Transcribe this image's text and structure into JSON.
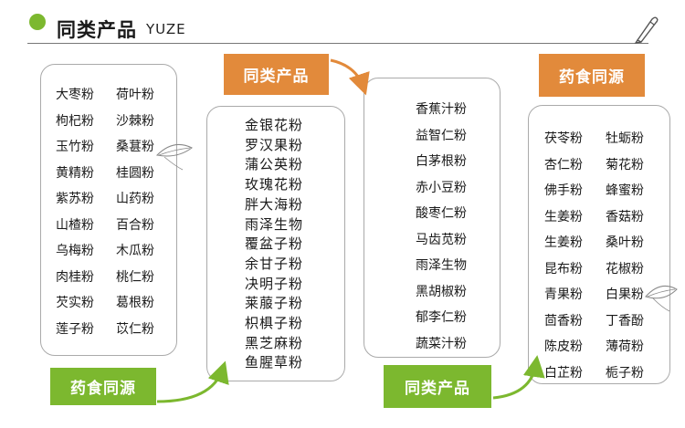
{
  "header": {
    "title": "同类产品",
    "subtitle": "YUZE"
  },
  "colors": {
    "green": "#7cb82f",
    "orange": "#e28a3b",
    "border": "#aaaaaa"
  },
  "box1": {
    "left": [
      "大枣粉",
      "枸杞粉",
      "玉竹粉",
      "黄精粉",
      "紫苏粉",
      "山楂粉",
      "乌梅粉",
      "肉桂粉",
      "芡实粉",
      "莲子粉"
    ],
    "right": [
      "荷叶粉",
      "沙棘粉",
      "桑葚粉",
      "桂圆粉",
      "山药粉",
      "百合粉",
      "木瓜粉",
      "桃仁粉",
      "葛根粉",
      "苡仁粉"
    ]
  },
  "box2": {
    "tag": "同类产品",
    "items": [
      "金银花粉",
      "罗汉果粉",
      "蒲公英粉",
      "玫瑰花粉",
      "胖大海粉",
      "雨泽生物",
      "覆盆子粉",
      "余甘子粉",
      "决明子粉",
      "莱菔子粉",
      "枳椇子粉",
      "黑芝麻粉",
      "鱼腥草粉"
    ]
  },
  "box3": {
    "items": [
      "香蕉汁粉",
      "益智仁粉",
      "白茅根粉",
      "赤小豆粉",
      "酸枣仁粉",
      "马齿苋粉",
      "雨泽生物",
      "黑胡椒粉",
      "郁李仁粉",
      "蔬菜汁粉"
    ]
  },
  "box4": {
    "tag": "药食同源",
    "left": [
      "茯苓粉",
      "杏仁粉",
      "佛手粉",
      "生姜粉",
      "生姜粉",
      "昆布粉",
      "青果粉",
      "茴香粉",
      "陈皮粉",
      "白芷粉"
    ],
    "right": [
      "牡蛎粉",
      "菊花粉",
      "蜂蜜粉",
      "香菇粉",
      "桑叶粉",
      "花椒粉",
      "白果粉",
      "丁香酚",
      "薄荷粉",
      "栀子粉"
    ]
  },
  "tags": {
    "bottom_left": "药食同源",
    "bottom_right": "同类产品"
  }
}
